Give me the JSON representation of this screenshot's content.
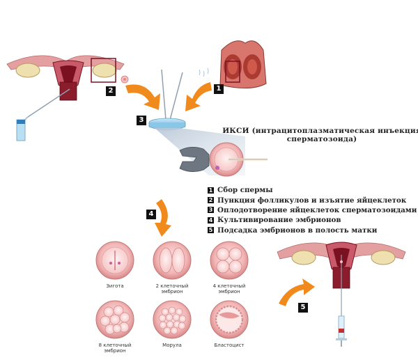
{
  "diagram": {
    "badges": [
      "1",
      "2",
      "3",
      "4",
      "5"
    ],
    "icsi_title": "ИКСИ (интрацитоплазматическая инъекция сперматозоида)",
    "legend": [
      {
        "num": "1",
        "text": "Сбор спермы"
      },
      {
        "num": "2",
        "text": "Пункция фолликулов и изъятие яйцеклеток"
      },
      {
        "num": "3",
        "text": "Оплодотворение яйцеклеток сперматозоидами"
      },
      {
        "num": "4",
        "text": "Культивирование эмбрионов"
      },
      {
        "num": "5",
        "text": "Подсадка эмбрионов в полость матки"
      }
    ],
    "stages": [
      {
        "line1": "Зигота",
        "line2": ""
      },
      {
        "line1": "2 клеточный",
        "line2": "эмбрион"
      },
      {
        "line1": "4 клеточный",
        "line2": "эмбрион"
      },
      {
        "line1": "8 клеточный",
        "line2": "эмбрион"
      },
      {
        "line1": "Морула",
        "line2": ""
      },
      {
        "line1": "Бластоцист",
        "line2": ""
      }
    ],
    "colors": {
      "arrow": "#f08a1c",
      "tissue": "#d98a8a",
      "uterus_dark": "#7a1020",
      "ovary": "#efe0b0",
      "cell": "#f2b8b8",
      "dish": "#9fd3ee"
    }
  }
}
